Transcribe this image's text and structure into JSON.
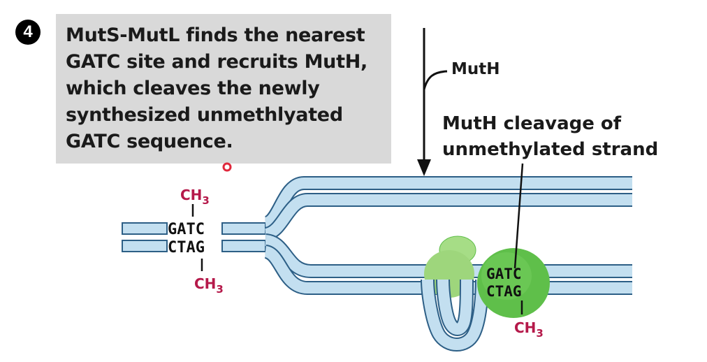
{
  "step": {
    "number": "4"
  },
  "caption": {
    "lines": [
      "MutS-MutL finds the nearest",
      "GATC site and recruits MutH,",
      "which cleaves the newly",
      "synthesized unmethlyated",
      "GATC sequence."
    ]
  },
  "labels": {
    "muth": "MutH",
    "cleavage_line1": "MutH cleavage of",
    "cleavage_line2": "unmethylated strand"
  },
  "left_site": {
    "top_methyl": "CH3",
    "top_seq": "GATC",
    "bottom_seq": "CTAG",
    "bottom_methyl": "CH3"
  },
  "right_site": {
    "top_seq": "GATC",
    "bottom_seq": "CTAG",
    "bottom_methyl": "CH3"
  },
  "colors": {
    "strand_fill": "#c3dff0",
    "strand_edge": "#2d5f86",
    "methyl": "#b5194a",
    "protein_dark": "#5fbf4a",
    "protein_light": "#a6dd86",
    "caption_bg": "#d9d9d9"
  }
}
